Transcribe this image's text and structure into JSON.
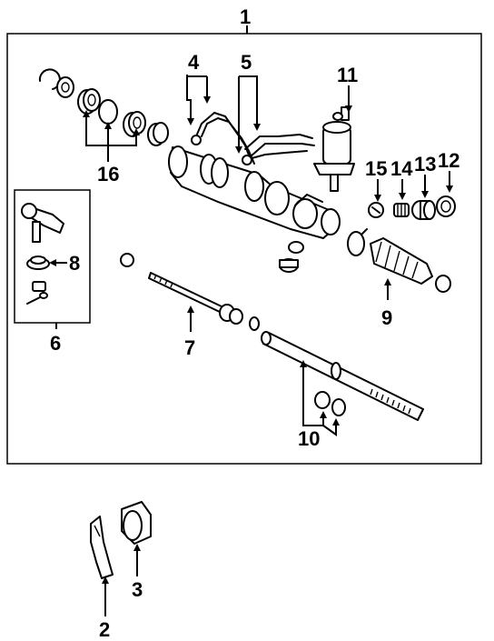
{
  "diagram": {
    "callouts": [
      {
        "id": "c1",
        "text": "1"
      },
      {
        "id": "c2",
        "text": "2"
      },
      {
        "id": "c3",
        "text": "3"
      },
      {
        "id": "c4",
        "text": "4"
      },
      {
        "id": "c5",
        "text": "5"
      },
      {
        "id": "c6",
        "text": "6"
      },
      {
        "id": "c7",
        "text": "7"
      },
      {
        "id": "c8",
        "text": "8"
      },
      {
        "id": "c9",
        "text": "9"
      },
      {
        "id": "c10",
        "text": "10"
      },
      {
        "id": "c11",
        "text": "11"
      },
      {
        "id": "c12",
        "text": "12"
      },
      {
        "id": "c13",
        "text": "13"
      },
      {
        "id": "c14",
        "text": "14"
      },
      {
        "id": "c15",
        "text": "15"
      },
      {
        "id": "c16",
        "text": "16"
      }
    ]
  }
}
